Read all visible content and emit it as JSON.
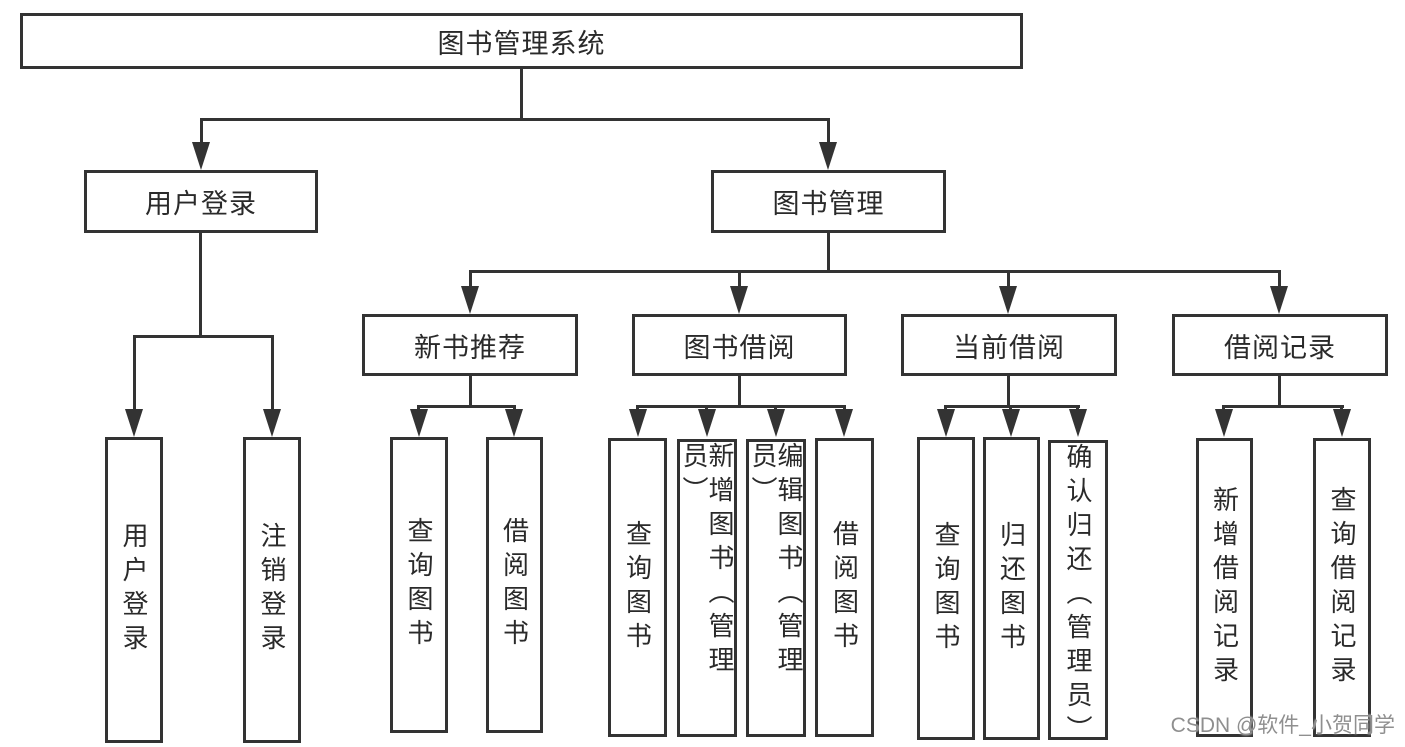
{
  "tree": {
    "root": {
      "label": "图书管理系统"
    },
    "level2": [
      {
        "label": "用户登录"
      },
      {
        "label": "图书管理"
      }
    ],
    "level3": [
      {
        "label": "新书推荐",
        "parent": "图书管理"
      },
      {
        "label": "图书借阅",
        "parent": "图书管理"
      },
      {
        "label": "当前借阅",
        "parent": "图书管理"
      },
      {
        "label": "借阅记录",
        "parent": "图书管理"
      }
    ],
    "leaves": [
      {
        "label": "用户登录",
        "parent": "用户登录"
      },
      {
        "label": "注销登录",
        "parent": "用户登录"
      },
      {
        "label": "查询图书",
        "parent": "新书推荐"
      },
      {
        "label": "借阅图书",
        "parent": "新书推荐"
      },
      {
        "label": "查询图书",
        "parent": "图书借阅"
      },
      {
        "label": "新增图书（管理员）",
        "parent": "图书借阅"
      },
      {
        "label": "编辑图书（管理员）",
        "parent": "图书借阅"
      },
      {
        "label": "借阅图书",
        "parent": "图书借阅"
      },
      {
        "label": "查询图书",
        "parent": "当前借阅"
      },
      {
        "label": "归还图书",
        "parent": "当前借阅"
      },
      {
        "label": "确认归还（管理员）",
        "parent": "当前借阅"
      },
      {
        "label": "新增借阅记录",
        "parent": "借阅记录"
      },
      {
        "label": "查询借阅记录",
        "parent": "借阅记录"
      }
    ]
  },
  "watermark": {
    "text": "CSDN @软件_小贺同学",
    "color": "#8f8f8f"
  },
  "colors": {
    "line": "#333333",
    "text": "#2a2a2a",
    "box_fill": "#ffffff",
    "background": "#ffffff"
  }
}
